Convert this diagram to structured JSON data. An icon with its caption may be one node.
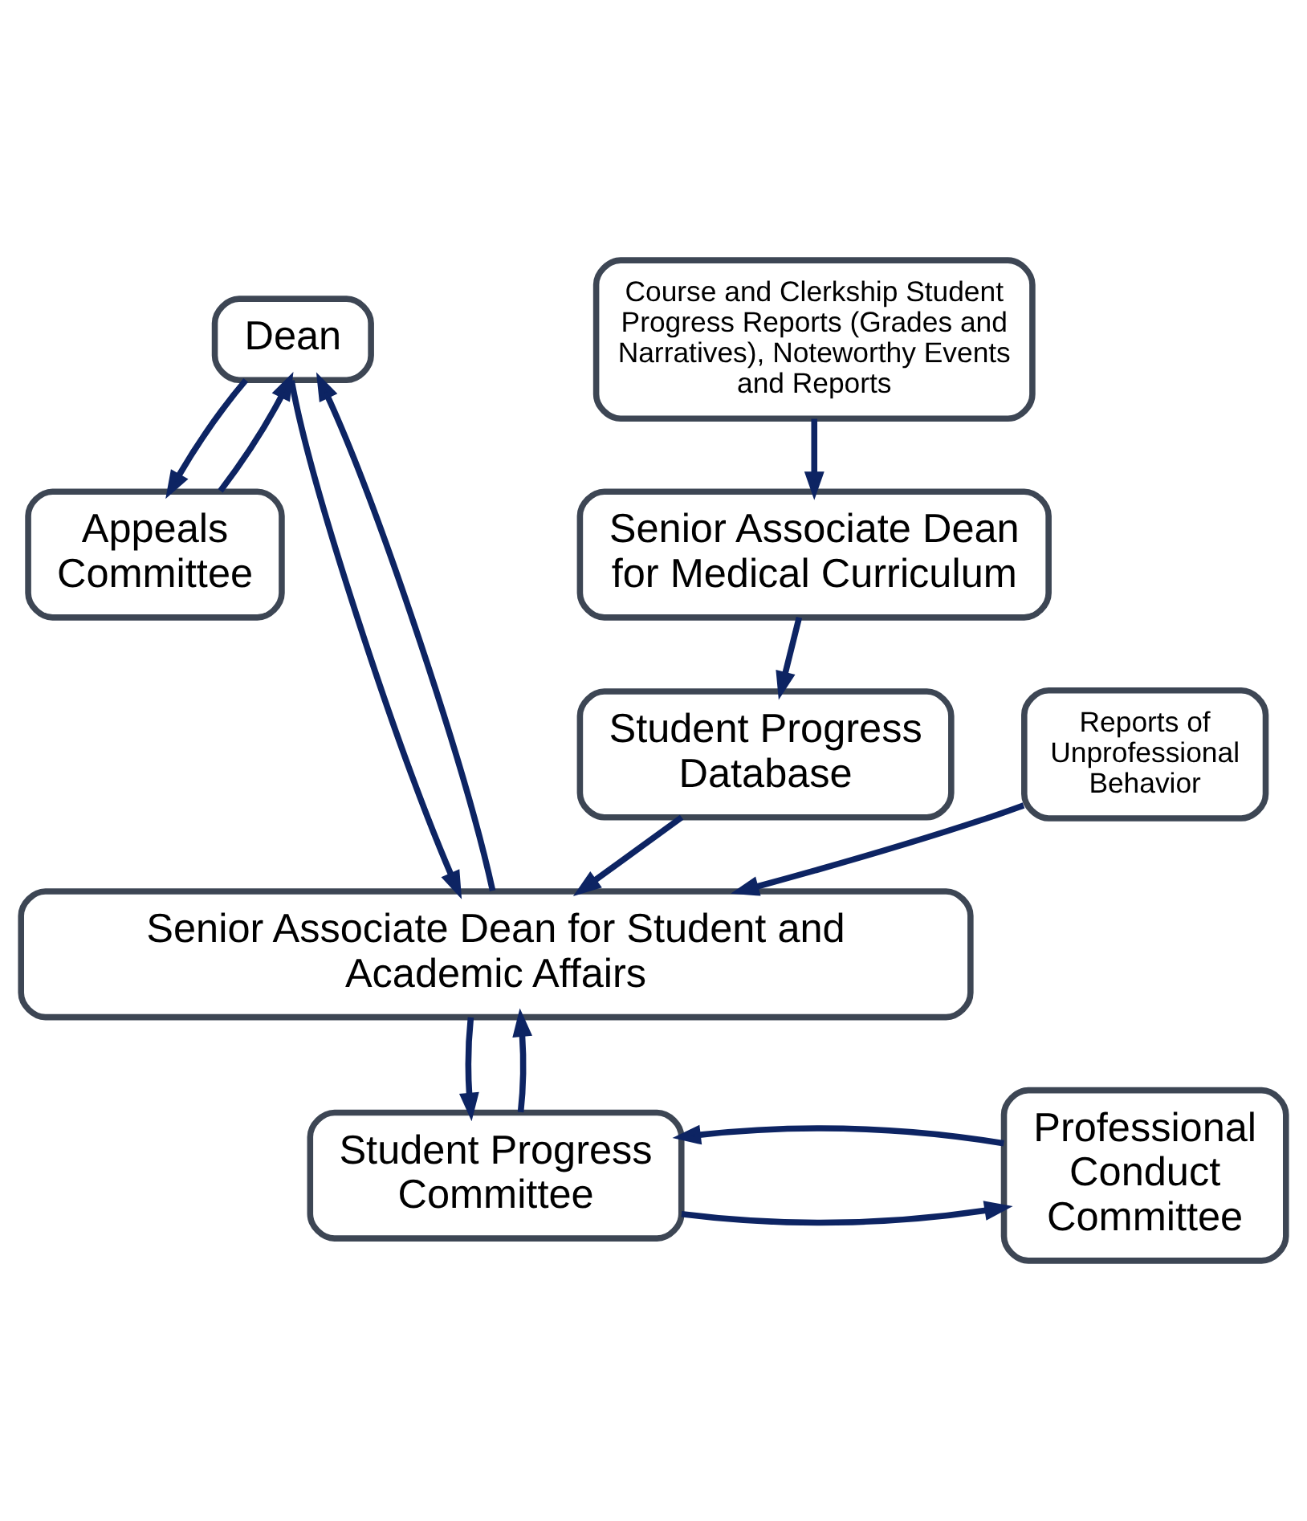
{
  "diagram": {
    "nodes": [
      {
        "text": [
          "Dean"
        ]
      },
      {
        "text": [
          "Course and Clerkship Student Progress Reports (Grades and Narratives), Noteworthy Events and Reports"
        ]
      },
      {
        "text": [
          "Appeals Committee"
        ]
      },
      {
        "text": [
          "Senior Associate Dean for Medical Curriculum"
        ]
      },
      {
        "text": [
          "Student Progress Database"
        ]
      },
      {
        "text": [
          "Senior Associate Dean for Student and Academic Affairs"
        ]
      },
      {
        "text": [
          "Reports of Unprofessional Behavior"
        ]
      },
      {
        "text": [
          "Professional Conduct Committee"
        ]
      },
      {
        "text": [
          "Student Progress Committee"
        ]
      }
    ],
    "edges": [
      {
        "from": 0,
        "to": 5,
        "arrow": "to"
      },
      {
        "from": 5,
        "to": 0,
        "arrow": "to"
      },
      {
        "from": 0,
        "to": 2,
        "arrow": "to"
      },
      {
        "from": 2,
        "to": 0,
        "arrow": "to"
      },
      {
        "from": 1,
        "to": 3,
        "arrow": "to"
      },
      {
        "from": 3,
        "to": 4,
        "arrow": "to"
      },
      {
        "from": 4,
        "to": 5,
        "arrow": "to"
      },
      {
        "from": 6,
        "to": 5,
        "arrow": "to"
      },
      {
        "from": 5,
        "to": 8,
        "arrow": "to"
      },
      {
        "from": 8,
        "to": 5,
        "arrow": "to"
      },
      {
        "from": 8,
        "to": 7,
        "arrow": "to"
      },
      {
        "from": 7,
        "to": 8,
        "arrow": "to"
      }
    ]
  }
}
